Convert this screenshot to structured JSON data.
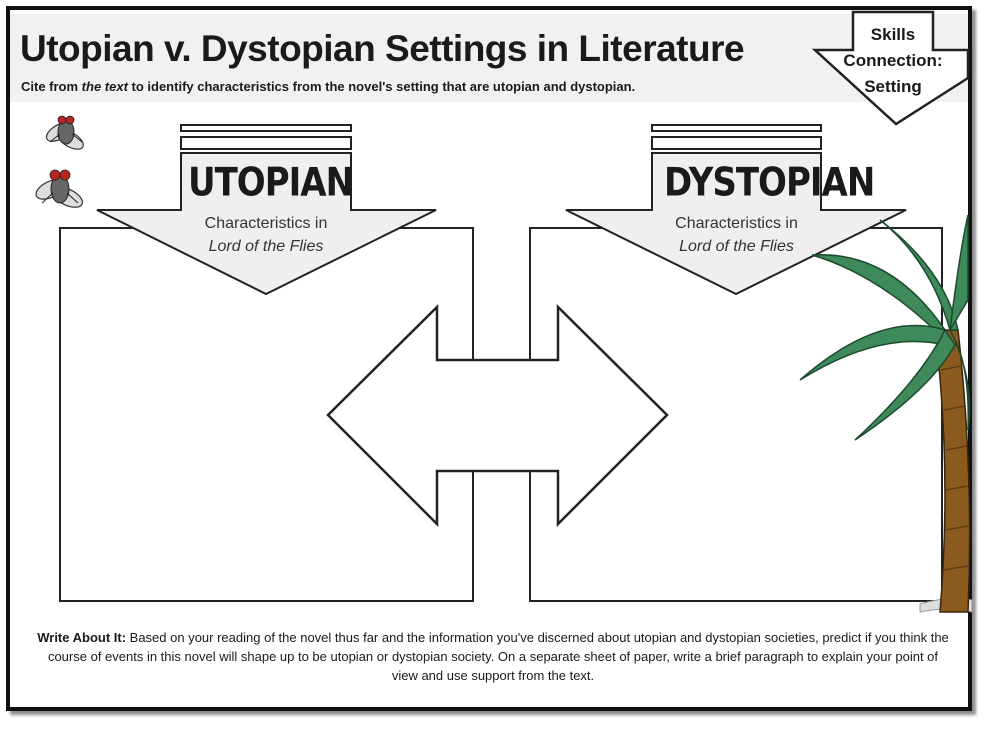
{
  "header": {
    "title": "Utopian v. Dystopian Settings in Literature",
    "subtitle_pre": "Cite from ",
    "subtitle_em": "the text",
    "subtitle_post": " to identify characteristics from the novel's setting that are utopian and dystopian."
  },
  "skills": {
    "line1": "Skills",
    "line2": "Connection:",
    "line3": "Setting"
  },
  "utopian": {
    "word": "UTOPIAN",
    "line1": "Characteristics in",
    "line2": "Lord of the Flies"
  },
  "dystopian": {
    "word": "DYSTOPIAN",
    "line1": "Characteristics in",
    "line2": "Lord of the Flies"
  },
  "write_about": {
    "label": "Write About It:",
    "text": " Based on your reading of the novel thus far and the information you've discerned about utopian and dystopian societies, predict if you think the course of events in this novel will shape up to be utopian or dystopian society. On a separate sheet of paper, write a brief paragraph to explain your point of view and use support from the text."
  },
  "decorations": {
    "fly_icon": "fly-icon",
    "palm_icon": "palm-tree-icon",
    "arrow_icon": "double-arrow-icon"
  },
  "colors": {
    "palm_leaf": "#3f8a5a",
    "palm_trunk": "#8b5a1e",
    "header_band": "#f1f1f1"
  }
}
